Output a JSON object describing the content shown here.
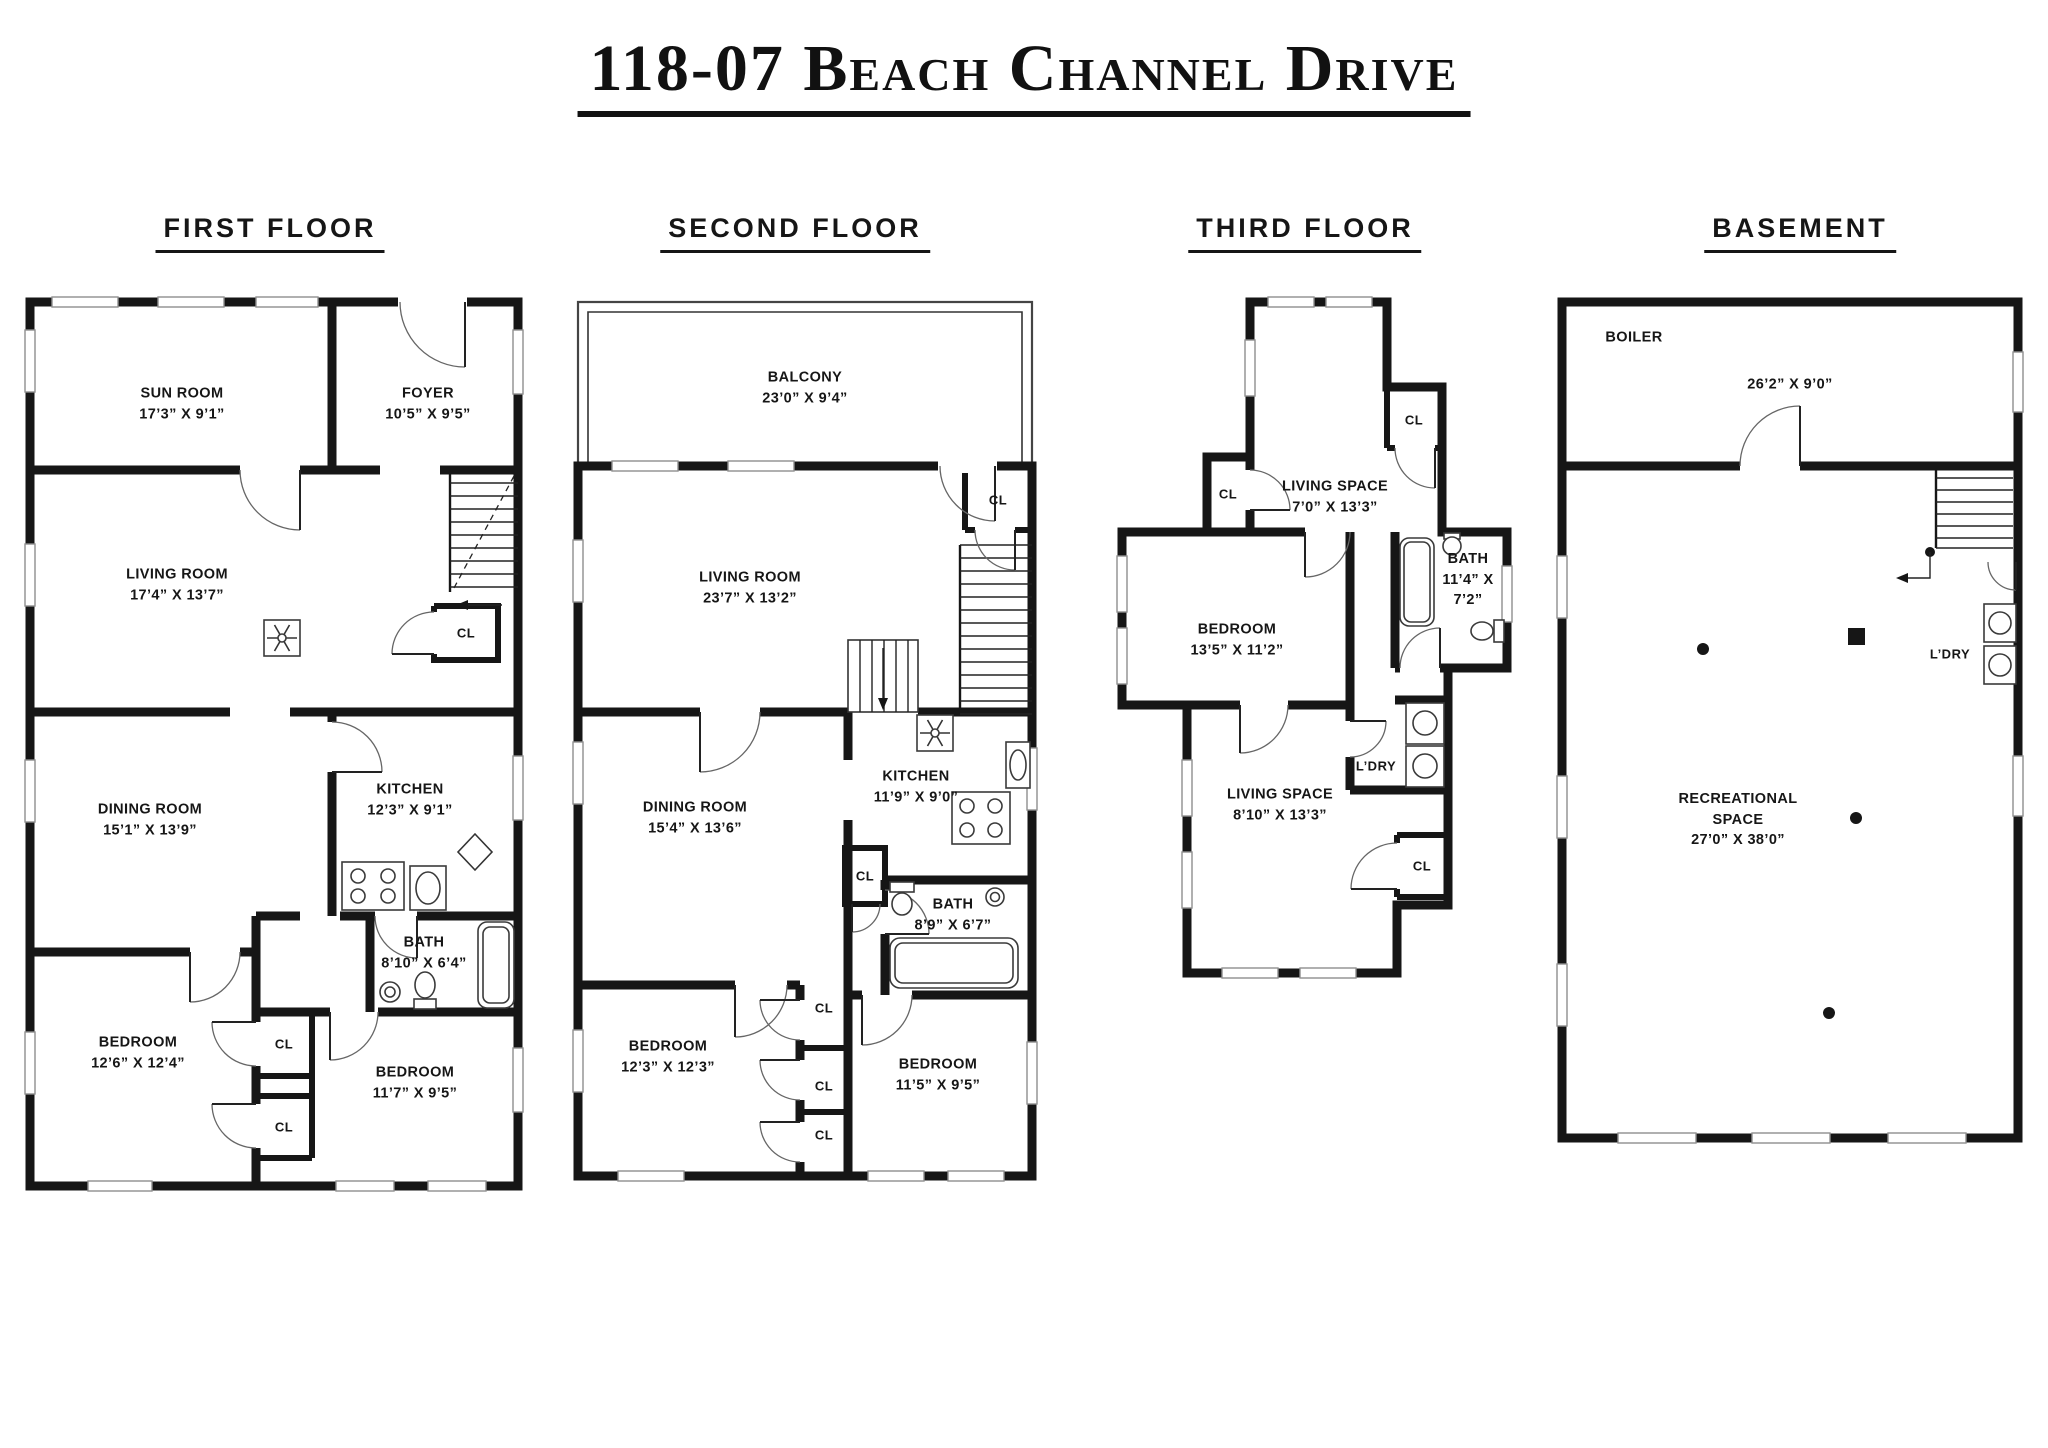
{
  "title": "118-07 Beach Channel Drive",
  "colors": {
    "ink": "#161616",
    "window_stroke": "#8f8f8f"
  },
  "labels": {
    "closet": "CL",
    "laundry": "L’DRY"
  },
  "floors": {
    "first": {
      "label": "FIRST FLOOR",
      "rooms": {
        "sun_room": {
          "name": "SUN ROOM",
          "dims": "17’3” X 9’1”"
        },
        "foyer": {
          "name": "FOYER",
          "dims": "10’5” X 9’5”"
        },
        "living_room": {
          "name": "LIVING ROOM",
          "dims": "17’4” X 13’7”"
        },
        "dining_room": {
          "name": "DINING ROOM",
          "dims": "15’1” X 13’9”"
        },
        "kitchen": {
          "name": "KITCHEN",
          "dims": "12’3” X 9’1”"
        },
        "bath": {
          "name": "BATH",
          "dims": "8’10” X 6’4”"
        },
        "bedroom_left": {
          "name": "BEDROOM",
          "dims": "12’6” X 12’4”"
        },
        "bedroom_right": {
          "name": "BEDROOM",
          "dims": "11’7” X 9’5”"
        }
      }
    },
    "second": {
      "label": "SECOND FLOOR",
      "rooms": {
        "balcony": {
          "name": "BALCONY",
          "dims": "23’0” X 9’4”"
        },
        "living_room": {
          "name": "LIVING ROOM",
          "dims": "23’7” X 13’2”"
        },
        "dining_room": {
          "name": "DINING ROOM",
          "dims": "15’4” X 13’6”"
        },
        "kitchen": {
          "name": "KITCHEN",
          "dims": "11’9” X 9’0”"
        },
        "bath": {
          "name": "BATH",
          "dims": "8’9” X 6’7”"
        },
        "bedroom_left": {
          "name": "BEDROOM",
          "dims": "12’3” X 12’3”"
        },
        "bedroom_right": {
          "name": "BEDROOM",
          "dims": "11’5” X 9’5”"
        }
      }
    },
    "third": {
      "label": "THIRD FLOOR",
      "rooms": {
        "living_space_upper": {
          "name": "LIVING SPACE",
          "dims": "7’0” X 13’3”"
        },
        "bath": {
          "name": "BATH",
          "dims": "11’4” X 7’2”"
        },
        "bedroom": {
          "name": "BEDROOM",
          "dims": "13’5” X 11’2”"
        },
        "living_space_lower": {
          "name": "LIVING SPACE",
          "dims": "8’10” X 13’3”"
        }
      }
    },
    "basement": {
      "label": "BASEMENT",
      "rooms": {
        "boiler": {
          "name": "BOILER",
          "dims": "26’2” X 9’0”"
        },
        "recreational_space": {
          "name": "RECREATIONAL SPACE",
          "dims": "27’0” X 38’0”"
        }
      }
    }
  }
}
